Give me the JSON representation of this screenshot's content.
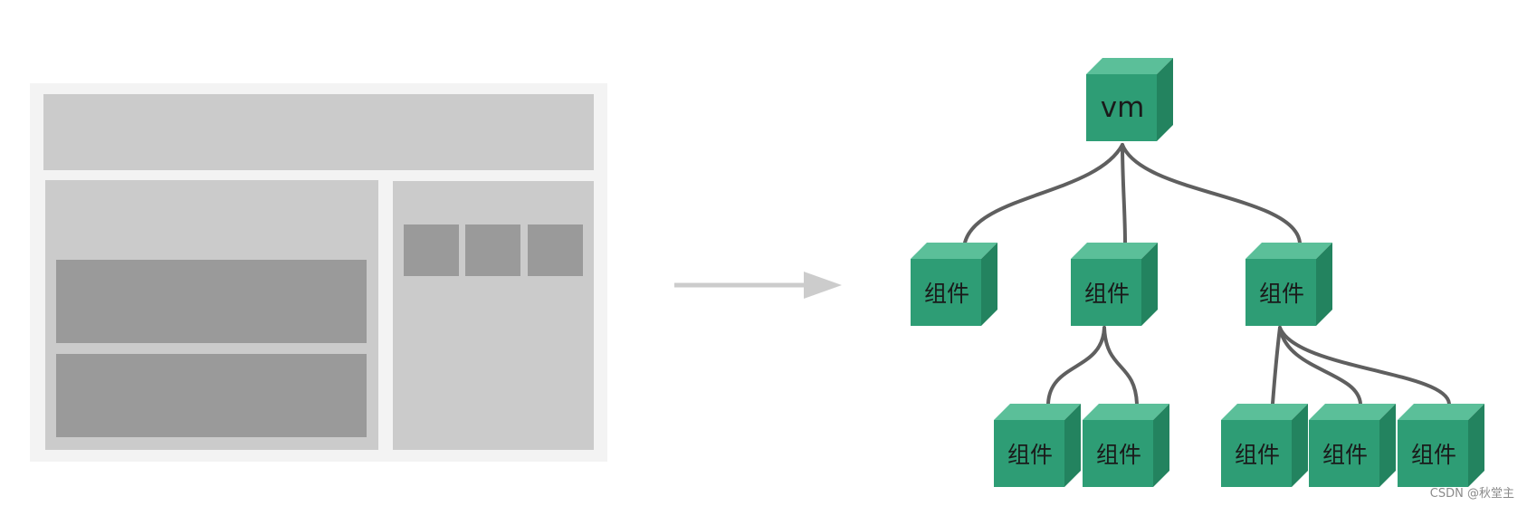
{
  "diagram": {
    "root": {
      "label": "vm"
    },
    "level1": [
      {
        "label": "组件"
      },
      {
        "label": "组件"
      },
      {
        "label": "组件"
      }
    ],
    "level2": [
      {
        "label": "组件"
      },
      {
        "label": "组件"
      },
      {
        "label": "组件"
      },
      {
        "label": "组件"
      },
      {
        "label": "组件"
      }
    ],
    "colors": {
      "cube_front": "#2e9d75",
      "cube_top": "#5bbf99",
      "cube_side": "#23835f",
      "connector": "#5f5f5f",
      "arrow": "#cccccc",
      "wire_light": "#cbcbcb",
      "wire_dark": "#9a9a9a"
    }
  },
  "watermark": "CSDN @秋堂主"
}
